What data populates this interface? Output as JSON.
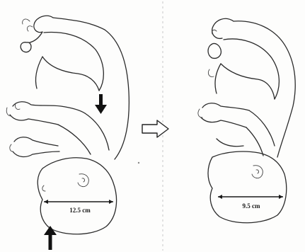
{
  "diagram": {
    "left_panel": {
      "measurement_label": "12.5 cm",
      "arrows": [
        "down-arrow",
        "up-arrow"
      ]
    },
    "transition_arrow": "hollow-right-arrow",
    "right_panel": {
      "measurement_label": "9.5 cm"
    },
    "colors": {
      "line": "#2a2a2a",
      "background": "#fdfdfc",
      "divider": "#c8c8c8"
    }
  }
}
